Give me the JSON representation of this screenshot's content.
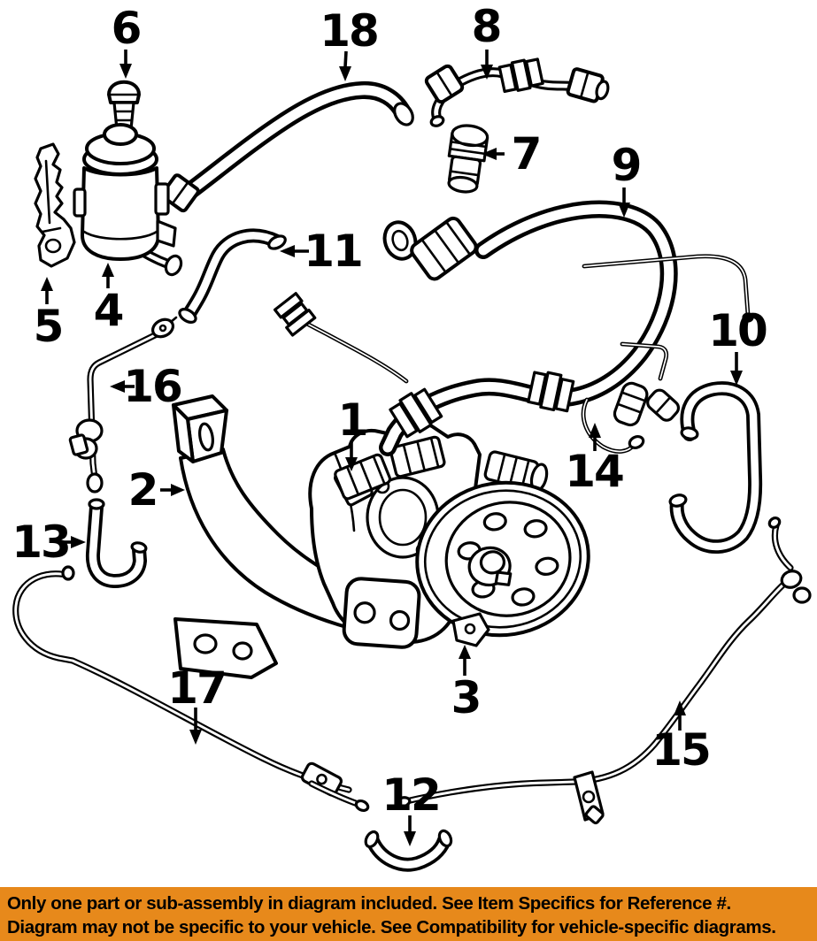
{
  "diagram": {
    "kind": "exploded-parts-line-diagram",
    "callouts": [
      {
        "num": "1"
      },
      {
        "num": "2"
      },
      {
        "num": "3"
      },
      {
        "num": "4"
      },
      {
        "num": "5"
      },
      {
        "num": "6"
      },
      {
        "num": "7"
      },
      {
        "num": "8"
      },
      {
        "num": "9"
      },
      {
        "num": "10"
      },
      {
        "num": "11"
      },
      {
        "num": "12"
      },
      {
        "num": "13"
      },
      {
        "num": "14"
      },
      {
        "num": "15"
      },
      {
        "num": "16"
      },
      {
        "num": "17"
      },
      {
        "num": "18"
      }
    ]
  },
  "banner": {
    "line1": "Only one part or sub-assembly in diagram included. See Item Specifics for Reference #.",
    "line2": "Diagram may not be specific to your vehicle. See Compatibility for vehicle-specific diagrams.",
    "background": "#E7891B",
    "text_color": "#000000"
  },
  "colors": {
    "line_art": "#000000",
    "background": "#FFFFFF"
  }
}
